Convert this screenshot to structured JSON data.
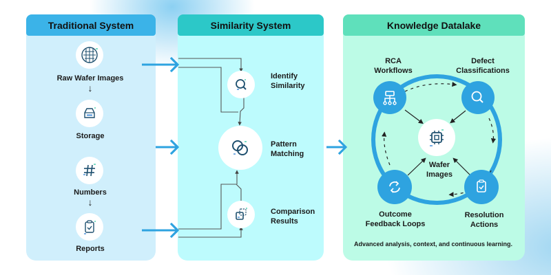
{
  "panels": {
    "traditional": {
      "title": "Traditional System",
      "items": [
        {
          "label": "Raw Wafer Images",
          "icon": "wafer-grid-icon"
        },
        {
          "label": "Storage",
          "icon": "storage-drive-icon"
        },
        {
          "label": "Numbers",
          "icon": "hash-icon"
        },
        {
          "label": "Reports",
          "icon": "clipboard-check-icon"
        }
      ]
    },
    "similarity": {
      "title": "Similarity System",
      "items": [
        {
          "label_line1": "Identify",
          "label_line2": "Similarity",
          "icon": "magnifier-icon"
        },
        {
          "label_line1": "Pattern",
          "label_line2": "Matching",
          "icon": "overlapping-circles-icon"
        },
        {
          "label_line1": "Comparison",
          "label_line2": "Results",
          "icon": "compare-squares-icon"
        }
      ]
    },
    "datalake": {
      "title": "Knowledge Datalake",
      "center": {
        "label_line1": "Wafer",
        "label_line2": "Images",
        "icon": "chip-icon"
      },
      "nodes": [
        {
          "label_line1": "RCA",
          "label_line2": "Workflows",
          "icon": "hierarchy-icon"
        },
        {
          "label_line1": "Defect",
          "label_line2": "Classifications",
          "icon": "search-icon"
        },
        {
          "label_line1": "Resolution",
          "label_line2": "Actions",
          "icon": "clipboard-check-icon"
        },
        {
          "label_line1": "Outcome",
          "label_line2": "Feedback Loops",
          "icon": "refresh-icon"
        }
      ],
      "caption": "Advanced analysis, context, and continuous learning."
    }
  },
  "colors": {
    "traditional_header": "#3bb3e8",
    "traditional_body": "#d0effc",
    "similarity_header": "#2cc8c8",
    "similarity_body": "#bdfbfd",
    "datalake_header": "#5fe0bb",
    "datalake_body": "#bcfbe6",
    "flow_arrow": "#2ea3e0",
    "icon_stroke": "#1d4f6e"
  }
}
